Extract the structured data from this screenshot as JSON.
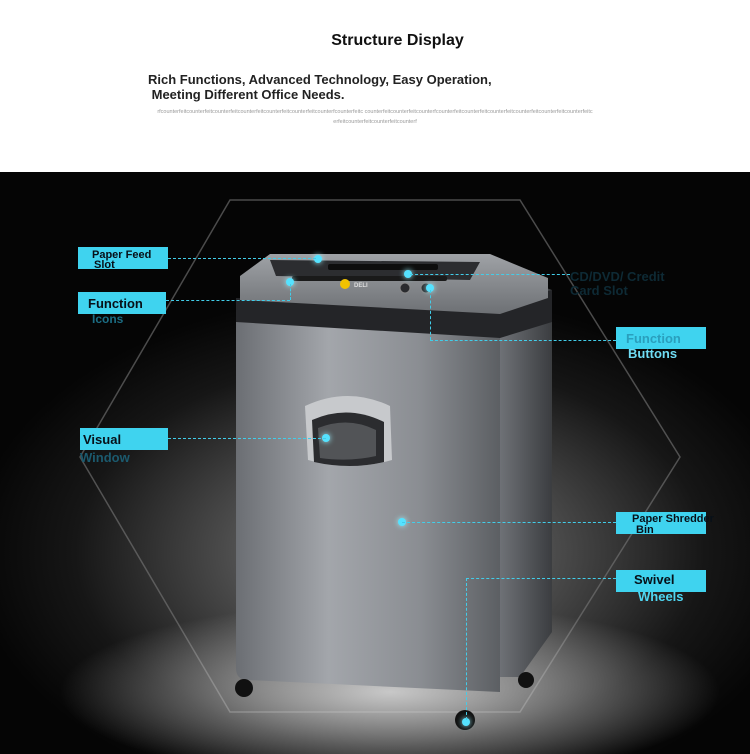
{
  "header": {
    "title": "Structure Display",
    "tagline": "Rich Functions, Advanced Technology, Easy Operation,\n Meeting Different Office Needs.",
    "micro_text": "rfcounterfeitcounterfeitcounterfeitcounterfeitcounterfeitcounterfeitcounterfcounterfeitc counterfeitcounterfeitcounterfcounterfeitcounterfeitcounterfeitcounterfeitcounterfeitcounterfeitc erfeitcounterfeitcounterfeitcounterf"
  },
  "product": {
    "brand": "DELI"
  },
  "labels": {
    "paper_feed_slot": {
      "line1": "Paper Feed",
      "line2": "Slot"
    },
    "function_icons": {
      "line1": "Function",
      "line2": "Icons"
    },
    "cd_dvd_card_slot": {
      "line1": "CD/DVD/ Credit",
      "line2": "Card Slot"
    },
    "function_buttons": {
      "line1": "Function",
      "line2": "Buttons"
    },
    "visual_window": {
      "line1": "Visual",
      "line2": "Window"
    },
    "paper_shredder_bin": {
      "line1": "Paper Shredder",
      "line2": "Bin"
    },
    "swivel_wheels": {
      "line1": "Swivel",
      "line2": "Wheels"
    }
  },
  "colors": {
    "accent": "#3fd3ef",
    "body": "#8e9196",
    "background": "#0a0a0a"
  }
}
